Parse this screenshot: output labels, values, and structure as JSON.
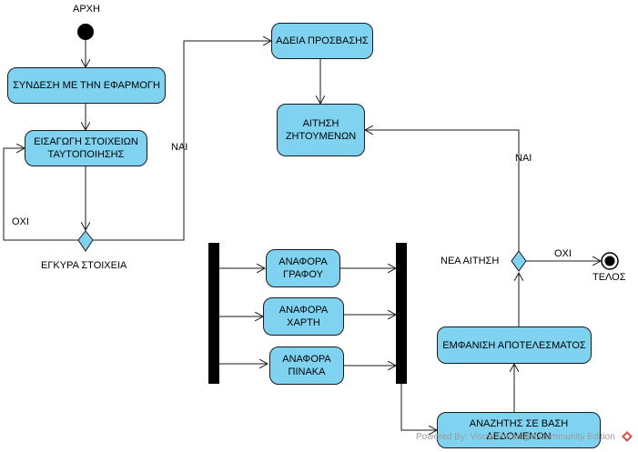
{
  "start_label": "ΑΡΧΗ",
  "end_label": "ΤΕΛΟΣ",
  "nodes": {
    "login": "ΣΥΝΔΕΣΗ ΜΕ ΤΗΝ ΕΦΑΡΜΟΓΗ",
    "identity_input": "ΕΙΣΑΓΩΓΗ ΣΤΟΙΧΕΙΩΝ ΤΑΥΤΟΠΟΙΗΣΗΣ",
    "access_permission": "ΑΔΕΙΑ ΠΡΟΣΒΑΣΗΣ",
    "request_items": "ΑΙΤΗΣΗ ΖΗΤΟΥΜΕΝΩΝ",
    "report_writer": "ΑΝΑΦΟΡΑ ΓΡΑΦΟΥ",
    "report_paper": "ΑΝΑΦΟΡΑ ΧΑΡΤΗ",
    "report_painting": "ΑΝΑΦΟΡΑ ΠΙΝΑΚΑ",
    "db_search": "ΑΝΑΖΗΤΗΣ ΣΕ ΒΑΣΗ ΔΕΔΟΜΕΝΩΝ",
    "show_results": "ΕΜΦΑΝΙΣΗ ΑΠΟΤΕΛΕΣΜΑΤΟΣ"
  },
  "decisions": {
    "valid_data": "ΕΓΚΥΡΑ ΣΤΟΙΧΕΙΑ",
    "new_request": "ΝΕΑ ΑΙΤΗΣΗ"
  },
  "guards": {
    "no_left": "ΟΧΙ",
    "yes_valid": "ΝΑΙ",
    "yes_new": "ΝΑΙ",
    "no_right": "ΟΧΙ"
  },
  "colors": {
    "node_fill": "#7FD3F0",
    "stroke": "#1a1a1a",
    "bar": "#000000"
  },
  "watermark": "Powered By: Visual Paradigm Community Edition"
}
